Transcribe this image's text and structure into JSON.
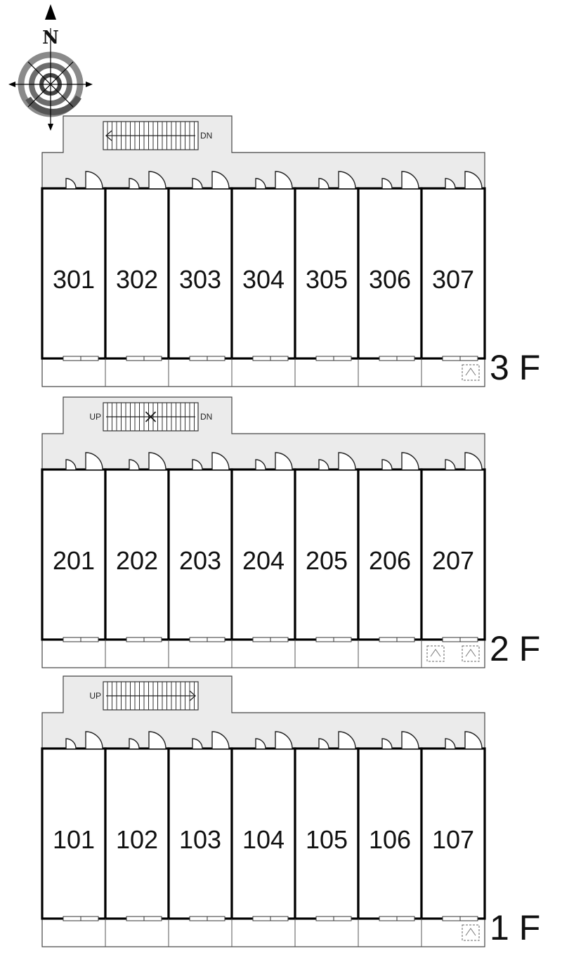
{
  "compass": {
    "north_label": "N",
    "icon": "compass-rose-icon"
  },
  "colors": {
    "corridor": "#ebebeb",
    "wall": "#000000",
    "unit_fill": "#ffffff"
  },
  "floors": [
    {
      "id": "3f",
      "label": "3 F",
      "units": [
        "301",
        "302",
        "303",
        "304",
        "305",
        "306",
        "307"
      ],
      "stair": {
        "left_label": "",
        "right_label": "DN",
        "arrow": "left",
        "cross": false
      },
      "ac_units": 1
    },
    {
      "id": "2f",
      "label": "2 F",
      "units": [
        "201",
        "202",
        "203",
        "204",
        "205",
        "206",
        "207"
      ],
      "stair": {
        "left_label": "UP",
        "right_label": "DN",
        "arrow": "none",
        "cross": true
      },
      "ac_units": 2
    },
    {
      "id": "1f",
      "label": "1 F",
      "units": [
        "101",
        "102",
        "103",
        "104",
        "105",
        "106",
        "107"
      ],
      "stair": {
        "left_label": "UP",
        "right_label": "",
        "arrow": "right",
        "cross": false
      },
      "ac_units": 1
    }
  ]
}
